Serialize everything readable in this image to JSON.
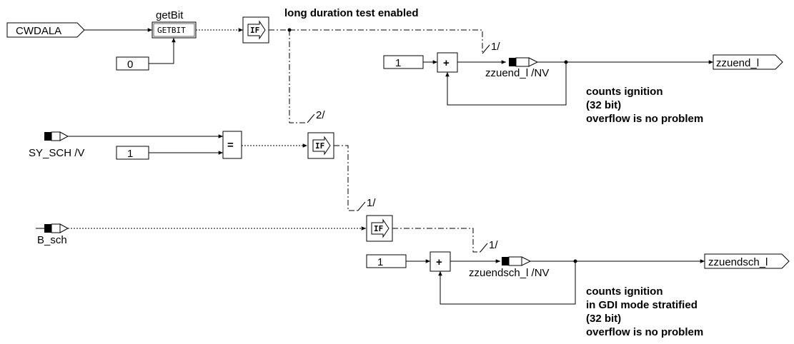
{
  "inputs": {
    "cwdala": "CWDALA",
    "sy_sch": "SY_SCH /V",
    "b_sch": "B_sch"
  },
  "constants": {
    "zero": "0",
    "one_a": "1",
    "one_b": "1",
    "one_c": "1"
  },
  "blocks": {
    "getbit_title": "getBit",
    "getbit_body": "GETBIT",
    "if_label": "IF",
    "plus": "+",
    "equals": "="
  },
  "switch_labels": {
    "s1": "1/",
    "s2": "2/",
    "s3": "1/",
    "s4": "1/"
  },
  "variables": {
    "zzuend_l_nv": "zzuend_l /NV",
    "zzuendsch_l_nv": "zzuendsch_l /NV"
  },
  "outputs": {
    "zzuend_l": "zzuend_l",
    "zzuendsch_l": "zzuendsch_l"
  },
  "annotations": {
    "long_duration": "long duration test enabled",
    "c1_line1": "counts ignition",
    "c1_line2": "(32 bit)",
    "c1_line3": "overflow is no problem",
    "c2_line1": "counts ignition",
    "c2_line2": "in GDI mode stratified",
    "c2_line3": "(32 bit)",
    "c2_line4": "overflow is no problem"
  }
}
